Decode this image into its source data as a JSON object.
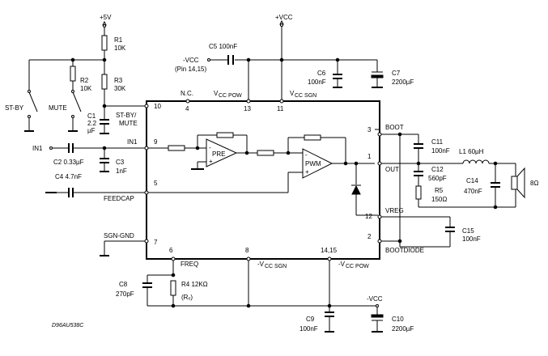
{
  "supplies": {
    "plus5v": "+5V",
    "plus_vcc": "+VCC",
    "minus_vcc_bottom": "-VCC",
    "minus_vcc_c5": "-VCC",
    "minus_vcc_c5_pins": "(Pin 14,15)"
  },
  "components": {
    "r1": {
      "name": "R1",
      "value": "10K"
    },
    "r2": {
      "name": "R2",
      "value": "10K"
    },
    "r3": {
      "name": "R3",
      "value": "30K"
    },
    "r4": {
      "name": "R4 12KΩ",
      "note": "(Rₑ)"
    },
    "r5": {
      "name": "R5",
      "value": "150Ω"
    },
    "c1": {
      "name": "C1",
      "value1": "2.2",
      "value2": "µF"
    },
    "c2": {
      "label": "C2 0.33µF"
    },
    "c3": {
      "name": "C3",
      "value": "1nF"
    },
    "c4": {
      "label": "C4 4.7nF"
    },
    "c5": {
      "label": "C5 100nF"
    },
    "c6": {
      "name": "C6",
      "value": "100nF"
    },
    "c7": {
      "name": "C7",
      "value": "2200µF"
    },
    "c8": {
      "name": "C8",
      "value": "270pF"
    },
    "c9": {
      "name": "C9",
      "value": "100nF"
    },
    "c10": {
      "name": "C10",
      "value": "2200µF"
    },
    "c11": {
      "name": "C11",
      "value": "100nF"
    },
    "c12": {
      "name": "C12",
      "value": "560pF"
    },
    "c14": {
      "name": "C14",
      "value": "470nF"
    },
    "c15": {
      "name": "C15",
      "value": "100nF"
    },
    "l1": {
      "label": "L1 60µH"
    },
    "speaker": {
      "value": "8Ω"
    }
  },
  "switches": {
    "standby": "ST-BY",
    "mute": "MUTE"
  },
  "chip": {
    "pre_label": "PRE",
    "pwm_label": "PWM",
    "pins": {
      "p10": "10",
      "p4": "4",
      "p13": "13",
      "p11": "11",
      "p9": "9",
      "p5": "5",
      "p7": "7",
      "p6": "6",
      "p8": "8",
      "p1415": "14,15",
      "p3": "3",
      "p1": "1",
      "p12": "12",
      "p2": "2"
    },
    "pin_names": {
      "nc": "N.C.",
      "vcc_pow": "V",
      "vcc_pow_sub": "CC POW",
      "vcc_sgn": "V",
      "vcc_sgn_sub": "CC SGN",
      "stby_mute1": "ST-BY/",
      "stby_mute2": "MUTE",
      "in1": "IN1",
      "feedcap": "FEEDCAP",
      "sgn_gnd": "SGN-GND",
      "freq": "FREQ",
      "mvcc_sgn": "-V",
      "mvcc_sgn_sub": "CC SGN",
      "mvcc_pow": "-V",
      "mvcc_pow_sub": "CC POW",
      "boot": "BOOT",
      "out": "OUT",
      "vreg": "VREG",
      "bootdiode": "BOOTDIODE"
    }
  },
  "input_label": "IN1",
  "opamp_signs": {
    "minus": "-",
    "plus": "+"
  },
  "drawing_code": "D96AU538C"
}
